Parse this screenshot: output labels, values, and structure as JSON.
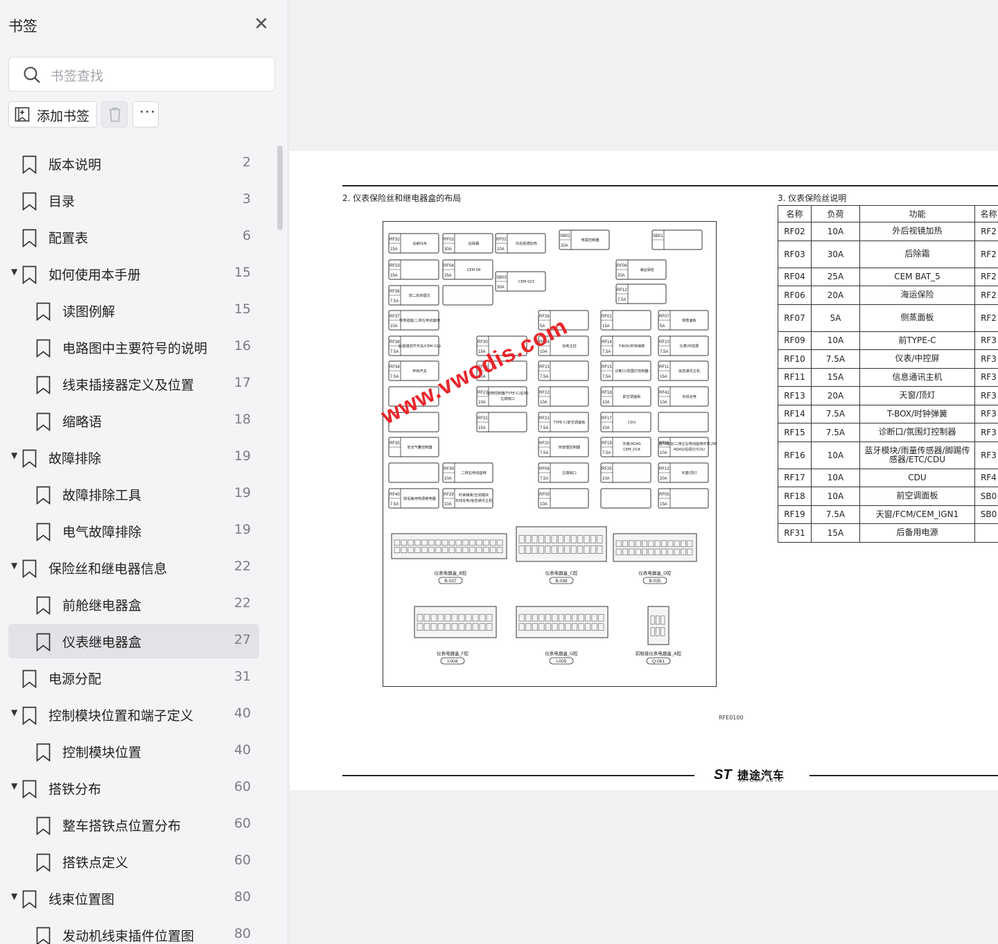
{
  "sidebar": {
    "title": "书签",
    "search_placeholder": "书签查找",
    "add_label": "添加书签",
    "more_label": "···",
    "items": [
      {
        "label": "版本说明",
        "page": "2",
        "level": 0,
        "expanded": false
      },
      {
        "label": "目录",
        "page": "3",
        "level": 0,
        "expanded": false
      },
      {
        "label": "配置表",
        "page": "6",
        "level": 0,
        "expanded": false
      },
      {
        "label": "如何使用本手册",
        "page": "15",
        "level": 0,
        "expanded": true
      },
      {
        "label": "读图例解",
        "page": "15",
        "level": 1,
        "expanded": false
      },
      {
        "label": "电路图中主要符号的说明",
        "page": "16",
        "level": 1,
        "expanded": false
      },
      {
        "label": "线束插接器定义及位置",
        "page": "17",
        "level": 1,
        "expanded": false
      },
      {
        "label": "缩略语",
        "page": "18",
        "level": 1,
        "expanded": false
      },
      {
        "label": "故障排除",
        "page": "19",
        "level": 0,
        "expanded": true
      },
      {
        "label": "故障排除工具",
        "page": "19",
        "level": 1,
        "expanded": false
      },
      {
        "label": "电气故障排除",
        "page": "19",
        "level": 1,
        "expanded": false
      },
      {
        "label": "保险丝和继电器信息",
        "page": "22",
        "level": 0,
        "expanded": true
      },
      {
        "label": "前舱继电器盒",
        "page": "22",
        "level": 1,
        "expanded": false
      },
      {
        "label": "仪表继电器盒",
        "page": "27",
        "level": 1,
        "expanded": false,
        "active": true
      },
      {
        "label": "电源分配",
        "page": "31",
        "level": 0,
        "expanded": false
      },
      {
        "label": "控制模块位置和端子定义",
        "page": "40",
        "level": 0,
        "expanded": true
      },
      {
        "label": "控制模块位置",
        "page": "40",
        "level": 1,
        "expanded": false
      },
      {
        "label": "搭铁分布",
        "page": "60",
        "level": 0,
        "expanded": true
      },
      {
        "label": "整车搭铁点位置分布",
        "page": "60",
        "level": 1,
        "expanded": false
      },
      {
        "label": "搭铁点定义",
        "page": "60",
        "level": 1,
        "expanded": false
      },
      {
        "label": "线束位置图",
        "page": "80",
        "level": 0,
        "expanded": true
      },
      {
        "label": "发动机线束插件位置图",
        "page": "80",
        "level": 1,
        "expanded": false
      }
    ]
  },
  "doc": {
    "section2_title": "2.  仪表保险丝和继电器盒的布局",
    "section3_title": "3.  仪表保险丝说明",
    "table_headers": [
      "名称",
      "负荷",
      "功能",
      "名称"
    ],
    "table_rows": [
      [
        "RF02",
        "10A",
        "外后视镜加热",
        "RF2"
      ],
      [
        "RF03",
        "30A",
        "后除霜",
        "RF2"
      ],
      [
        "RF04",
        "25A",
        "CEM BAT_5",
        "RF2"
      ],
      [
        "RF06",
        "20A",
        "海运保险",
        "RF2"
      ],
      [
        "RF07",
        "5A",
        "侧蒸面板",
        "RF2"
      ],
      [
        "RF09",
        "10A",
        "前TYPE-C",
        "RF3"
      ],
      [
        "RF10",
        "7.5A",
        "仪表/中控屏",
        "RF3"
      ],
      [
        "RF11",
        "15A",
        "信息通讯主机",
        "RF3"
      ],
      [
        "RF13",
        "20A",
        "天窗/顶灯",
        "RF3"
      ],
      [
        "RF14",
        "7.5A",
        "T-BOX/时钟弹簧",
        "RF3"
      ],
      [
        "RF15",
        "7.5A",
        "诊断口/氛围灯控制器",
        "RF3"
      ],
      [
        "RF16",
        "10A",
        "蓝牙模块/雨量传感器/脚踢传感器/ETC/CDU",
        "RF3"
      ],
      [
        "RF17",
        "10A",
        "CDU",
        "RF4"
      ],
      [
        "RF18",
        "10A",
        "前空调面板",
        "SB0"
      ],
      [
        "RF19",
        "7.5A",
        "天窗/FCM/CEM_IGN1",
        "SB0"
      ],
      [
        "RF31",
        "15A",
        "后备用电源",
        ""
      ]
    ],
    "watermark": "www.vwodis.com",
    "diagram_code": "RFE0100",
    "brand_cn": "捷途汽车",
    "brand_en": "JETOUR AUTO",
    "fuses": [
      {
        "id": "RF32",
        "amp": "15A",
        "func": "后舱IGN"
      },
      {
        "id": "RF03",
        "amp": "30A",
        "func": "后除霜"
      },
      {
        "id": "RF02",
        "amp": "10A",
        "func": "外后视镜加热"
      },
      {
        "id": "SB02",
        "amp": "20A",
        "func": "电尾控制器"
      },
      {
        "id": "SB01",
        "amp": "",
        "func": ""
      },
      {
        "id": "RF33",
        "amp": "15A",
        "func": ""
      },
      {
        "id": "RF04",
        "amp": "25A",
        "func": "CEM 09"
      },
      {
        "id": "RF06",
        "amp": "20A",
        "func": "海运保险"
      },
      {
        "id": "RF36",
        "amp": "7.5A",
        "func": "前二后四雷达"
      },
      {
        "id": "SB03",
        "amp": "30A",
        "func": "CEM 023"
      },
      {
        "id": "RF12",
        "amp": "7.5A",
        "func": ""
      },
      {
        "id": "RF37",
        "amp": "10A",
        "func": "驾电插座/二排左电动座椅"
      },
      {
        "id": "RF26",
        "amp": "5A",
        "func": ""
      },
      {
        "id": "RF01",
        "amp": "15A",
        "func": ""
      },
      {
        "id": "RF07",
        "amp": "5A",
        "func": "侧蒸面板"
      },
      {
        "id": "RF38",
        "amp": "7.5A",
        "func": "后视镜调节开关/CEM 019"
      },
      {
        "id": "RF30",
        "amp": "15A",
        "func": ""
      },
      {
        "id": "RF24",
        "amp": "10A",
        "func": "充电主控"
      },
      {
        "id": "RF14",
        "amp": "7.5A",
        "func": "T-BOX/时钟弹簧"
      },
      {
        "id": "RF10",
        "amp": "7.5A",
        "func": "仪表/中控屏"
      },
      {
        "id": "RF34",
        "amp": "7.5A",
        "func": "怀挡开关"
      },
      {
        "id": "RF28",
        "amp": "10A",
        "func": ""
      },
      {
        "id": "RF23",
        "amp": "7.5A",
        "func": ""
      },
      {
        "id": "RF15",
        "amp": "7.5A",
        "func": "诊断口/氛围灯控制器"
      },
      {
        "id": "RF11",
        "amp": "15A",
        "func": "信息通讯主机"
      },
      {
        "id": "RF27",
        "amp": "10A",
        "func": "座椅控制器/TYPE-C(后排)/左端吸口"
      },
      {
        "id": "RF22",
        "amp": "10A",
        "func": ""
      },
      {
        "id": "RF18",
        "amp": "10A",
        "func": "前空调面板"
      },
      {
        "id": "RF41",
        "amp": "10A",
        "func": "无线充电"
      },
      {
        "id": "RF31",
        "amp": "15A",
        "func": ""
      },
      {
        "id": "RF21",
        "amp": "7.5A",
        "func": "TYPE-C/前空调面板"
      },
      {
        "id": "RF17",
        "amp": "10A",
        "func": "CDU"
      },
      {
        "id": "RF35",
        "amp": "",
        "func": "安全气囊控制器"
      },
      {
        "id": "RF20",
        "amp": "7.5A",
        "func": "热管理控制器"
      },
      {
        "id": "RF19",
        "amp": "7.5A",
        "func": "天窗/ADAS/CEM_D18"
      },
      {
        "id": "RF16",
        "amp": "10A",
        "func": "蓝牙模块/二排左右电动座椅/ETC/SBD/ADAS/后视灯/CDU"
      },
      {
        "id": "RF39",
        "amp": "10A",
        "func": "二排右电动座椅"
      },
      {
        "id": "RF08",
        "amp": "7.5A",
        "func": "左端吸口"
      },
      {
        "id": "RF25",
        "amp": "10A",
        "func": ""
      },
      {
        "id": "RF13",
        "amp": "20A",
        "func": "天窗/顶灯"
      },
      {
        "id": "RF40",
        "amp": "7.5A",
        "func": "前后备用电源继电器"
      },
      {
        "id": "RF29",
        "amp": "10A",
        "func": "时钟弹簧/空调模块/无线充电/信息通讯主机"
      },
      {
        "id": "RF09",
        "amp": "10A",
        "func": ""
      },
      {
        "id": "RF05",
        "amp": "15A",
        "func": ""
      }
    ],
    "connectors": [
      {
        "title": "仪表电器盒_B腔",
        "code": "B-037"
      },
      {
        "title": "仪表电器盒_C腔",
        "code": "B-038"
      },
      {
        "title": "仪表电器盒_D腔",
        "code": "B-035"
      },
      {
        "title": "仪表电器盒_F腔",
        "code": "I-004"
      },
      {
        "title": "仪表电器盒_G腔",
        "code": "I-005"
      },
      {
        "title": "前舱接仪表电器盒_A腔",
        "code": "Q-061"
      }
    ]
  },
  "colors": {
    "watermark": "#e8262b",
    "active_bg": "#e2e3e6"
  }
}
